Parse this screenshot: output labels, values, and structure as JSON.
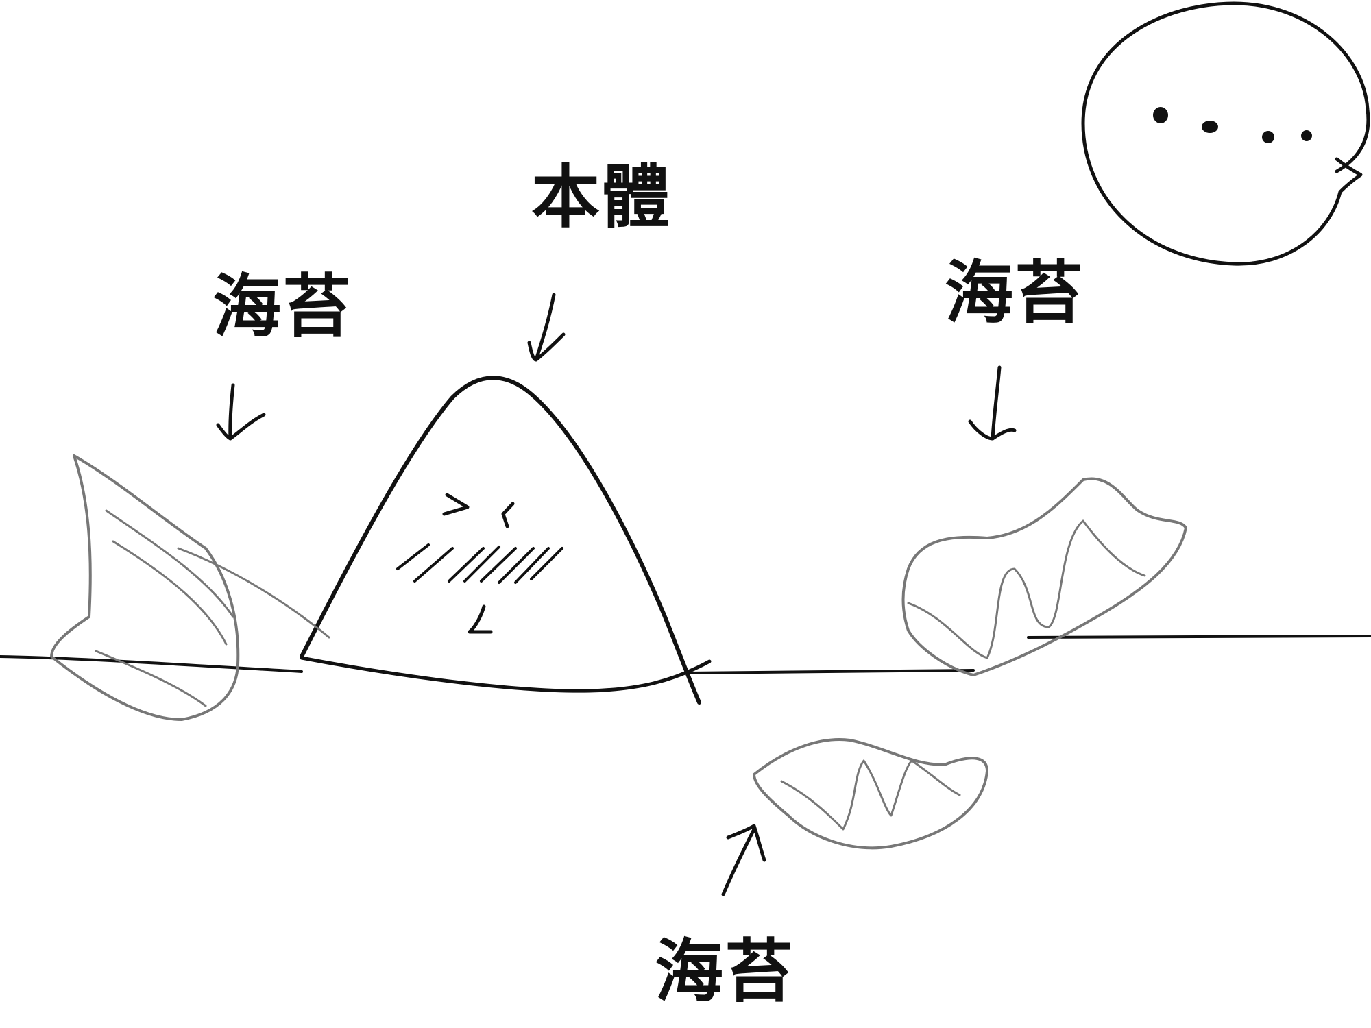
{
  "labels": {
    "body": "本體",
    "seaweed_left": "海苔",
    "seaweed_right": "海苔",
    "seaweed_bottom": "海苔"
  },
  "colors": {
    "background": "#ffffff",
    "ink": "#111111",
    "soft_ink": "#777777"
  }
}
